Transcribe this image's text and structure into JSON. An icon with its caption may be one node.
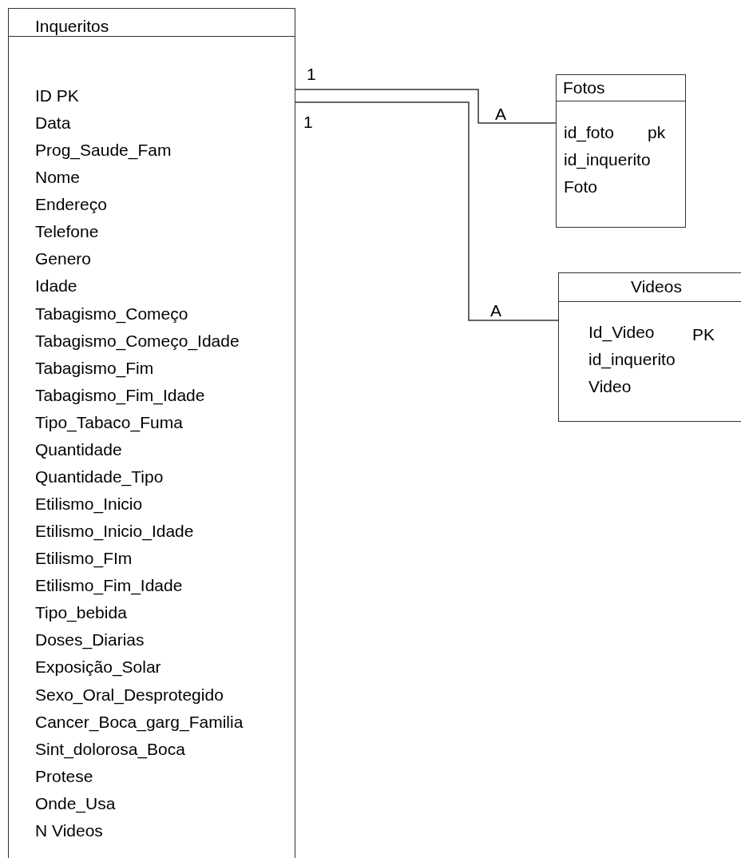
{
  "diagram": {
    "nodes": [
      {
        "text": [
          "Inqueritos",
          "ID PK",
          "Data",
          "Prog_Saude_Fam",
          "Nome",
          "Endereço",
          "Telefone",
          "Genero",
          "Idade",
          "Tabagismo_Começo",
          "Tabagismo_Começo_Idade",
          "Tabagismo_Fim",
          "Tabagismo_Fim_Idade",
          "Tipo_Tabaco_Fuma",
          "Quantidade",
          "Quantidade_Tipo",
          "Etilismo_Inicio",
          "Etilismo_Inicio_Idade",
          "Etilismo_FIm",
          "Etilismo_Fim_Idade",
          "Tipo_bebida",
          "Doses_Diarias",
          "Exposição_Solar",
          "Sexo_Oral_Desprotegido",
          "Cancer_Boca_garg_Familia",
          "Sint_dolorosa_Boca",
          "Protese",
          "Onde_Usa",
          "N Videos"
        ]
      },
      {
        "text": [
          "Fotos",
          "id_foto",
          "pk",
          "id_inquerito",
          "Foto"
        ]
      },
      {
        "text": [
          "Videos",
          "Id_Video",
          "PK",
          "id_inquerito",
          "Video"
        ]
      }
    ],
    "edges": [
      {
        "from": 0,
        "to": 1,
        "arrow": "none"
      },
      {
        "from": 0,
        "to": 2,
        "arrow": "none"
      }
    ],
    "labels": [
      "1",
      "A",
      "1",
      "A"
    ]
  }
}
